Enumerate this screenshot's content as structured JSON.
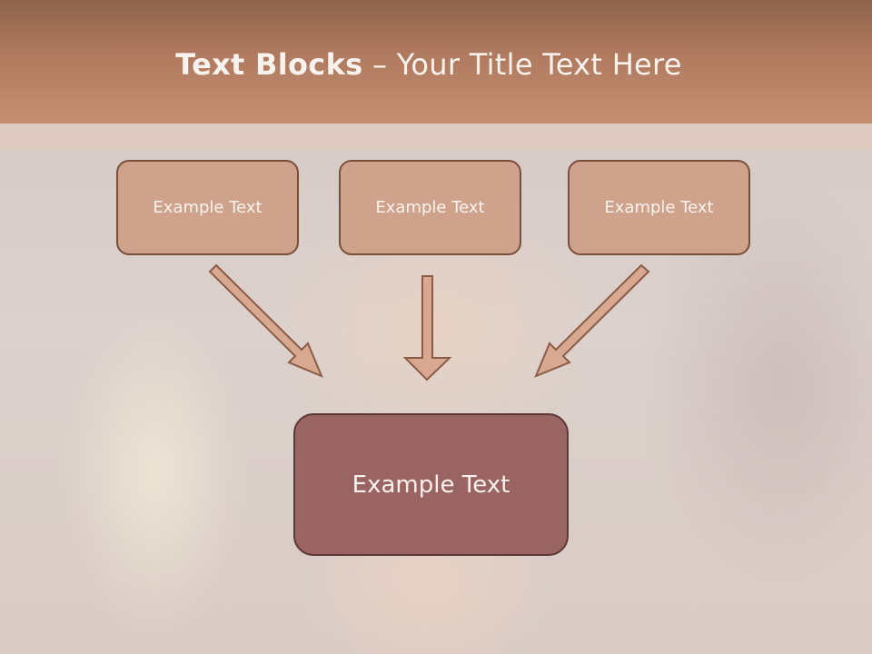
{
  "title": {
    "bold": "Text Blocks",
    "dash": " – ",
    "rest": "Your Title Text Here"
  },
  "blocks": [
    {
      "label": "Example Text"
    },
    {
      "label": "Example Text"
    },
    {
      "label": "Example Text"
    }
  ],
  "main_block": {
    "label": "Example Text"
  },
  "colors": {
    "header": "#b07a5f",
    "block_fill": "#cfa28c",
    "block_border": "#7a4f3a",
    "main_fill": "#996462",
    "arrow_fill": "#d9a890"
  }
}
